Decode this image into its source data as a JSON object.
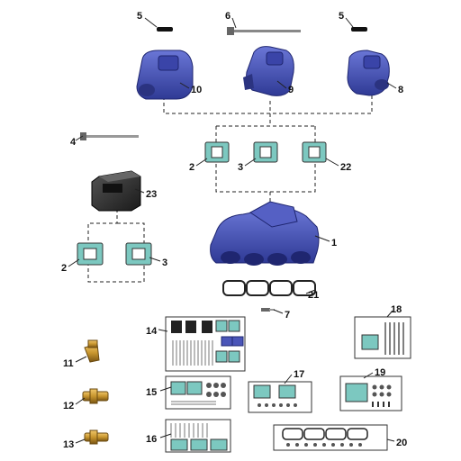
{
  "callouts": [
    "1",
    "2",
    "2",
    "3",
    "3",
    "4",
    "5",
    "5",
    "6",
    "7",
    "8",
    "9",
    "10",
    "11",
    "12",
    "13",
    "14",
    "15",
    "16",
    "17",
    "18",
    "19",
    "20",
    "21",
    "22",
    "23"
  ],
  "colors": {
    "manifold_blue": "#4a55b8",
    "manifold_dark": "#2b3380",
    "gasket_teal": "#7cc8c0",
    "riser_black": "#2a2a2a",
    "brass": "#c8962e",
    "leader": "#222222"
  }
}
